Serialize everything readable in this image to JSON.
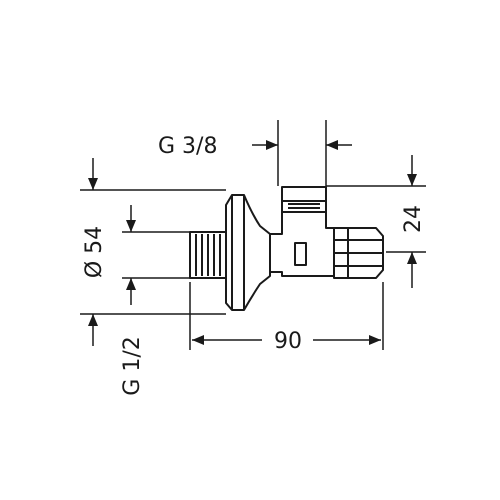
{
  "dimensions": {
    "thread_outlet": "G 3/8",
    "rosette_diameter": "Ø 54",
    "thread_inlet": "G 1/2",
    "length": "90",
    "height": "24"
  },
  "colors": {
    "line": "#1a1a1a",
    "background": "#ffffff"
  }
}
